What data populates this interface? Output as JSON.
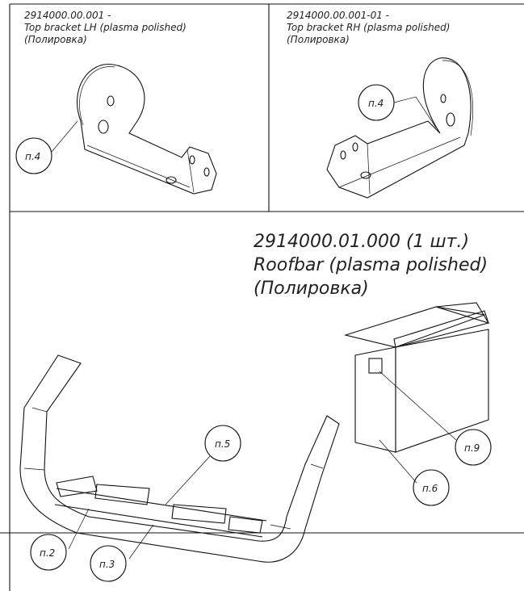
{
  "panels": {
    "left_bracket": {
      "part_number": "2914000.00.001 -",
      "name": "Top bracket LH (plasma polished)",
      "finish": "(Полировка)",
      "callout": "п.4"
    },
    "right_bracket": {
      "part_number": "2914000.00.001-01 -",
      "name": "Top bracket RH (plasma polished)",
      "finish": "(Полировка)",
      "callout": "п.4"
    },
    "roofbar": {
      "part_number": "2914000.01.000 (1 шт.)",
      "name": "Roofbar (plasma polished)",
      "finish": "(Полировка)",
      "callouts": {
        "n2": "п.2",
        "n3": "п.3",
        "n5": "п.5",
        "n6": "п.6",
        "n9": "п.9"
      }
    }
  }
}
